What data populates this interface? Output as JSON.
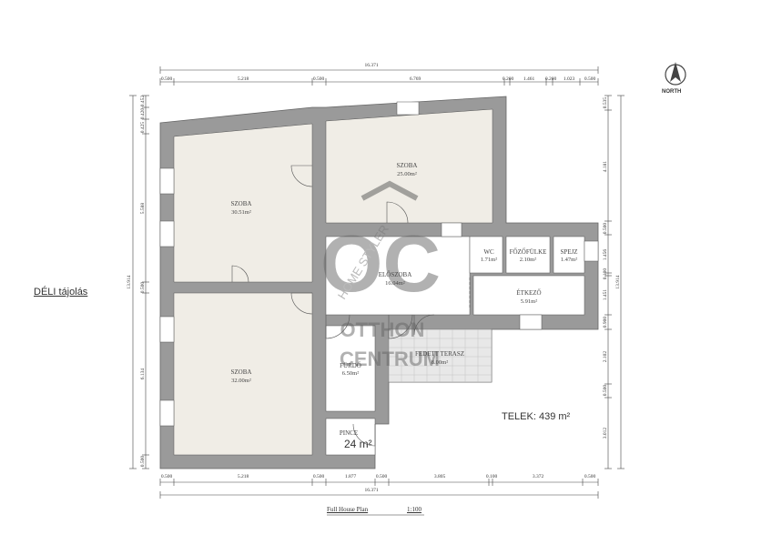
{
  "orientation_label": "DÉLI tájolás",
  "plot_label": "TELEK: 439 m²",
  "north_label": "NORTH",
  "caption": "Full House Plan",
  "scale": "1:100",
  "watermark": {
    "logo": "OC",
    "line1": "OTTHON",
    "line2": "CENTRUM",
    "side": "HOME STYLER"
  },
  "rooms": {
    "szoba1": {
      "name": "SZOBA",
      "area": "25.00m²"
    },
    "szoba2": {
      "name": "SZOBA",
      "area": "30.51m²"
    },
    "szoba3": {
      "name": "SZOBA",
      "area": "32.00m²"
    },
    "eloszoba": {
      "name": "ELŐSZOBA",
      "area": "16.04m²"
    },
    "wc": {
      "name": "WC",
      "area": "1.71m²"
    },
    "fozofulke": {
      "name": "FŐZŐFÜLKE",
      "area": "2.10m²"
    },
    "spejz": {
      "name": "SPEJZ",
      "area": "1.47m²"
    },
    "etkezo": {
      "name": "ÉTKEZŐ",
      "area": "5.91m²"
    },
    "furdo": {
      "name": "FÜRDŐ",
      "area": "6.50m²"
    },
    "terasz": {
      "name": "FEDETT TERASZ",
      "area": "8.00m²"
    },
    "pince": {
      "name": "PINCE",
      "area": "24 m²"
    }
  },
  "dimensions": {
    "top_total": "16.371",
    "top": [
      "0.500",
      "5.218",
      "0.500",
      "6.769",
      "0.200",
      "1.461",
      "0.200",
      "1.023",
      "0.500"
    ],
    "bottom_total": "16.371",
    "bottom": [
      "0.500",
      "5.218",
      "0.500",
      "1.877",
      "0.500",
      "3.805",
      "0.100",
      "3.372",
      "0.500"
    ],
    "left_total": "13.914",
    "left": [
      "0.452",
      "0.420",
      "0.425",
      "5.588",
      "0.500",
      "6.134",
      "0.500"
    ],
    "right_total": "13.914",
    "right": [
      "0.535",
      "4.181",
      "0.500",
      "1.456",
      "0.100",
      "1.451",
      "0.900",
      "2.102",
      "0.500",
      "3.012"
    ]
  }
}
